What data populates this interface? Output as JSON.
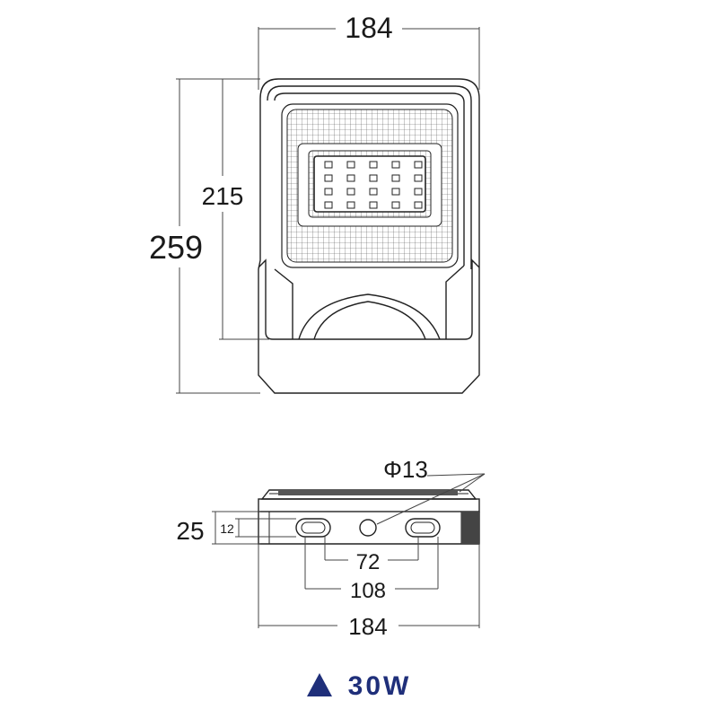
{
  "front_view": {
    "width_label": "184",
    "inner_height_label": "215",
    "total_height_label": "259"
  },
  "side_view": {
    "hole_diameter_label": "Φ13",
    "depth_label": "25",
    "slot_height_label": "12",
    "slot_center_label": "72",
    "slot_outer_label": "108",
    "width_label": "184"
  },
  "model": {
    "power_label": "30W",
    "marker_icon": "triangle-icon",
    "accent_color": "#1f2f7a"
  }
}
